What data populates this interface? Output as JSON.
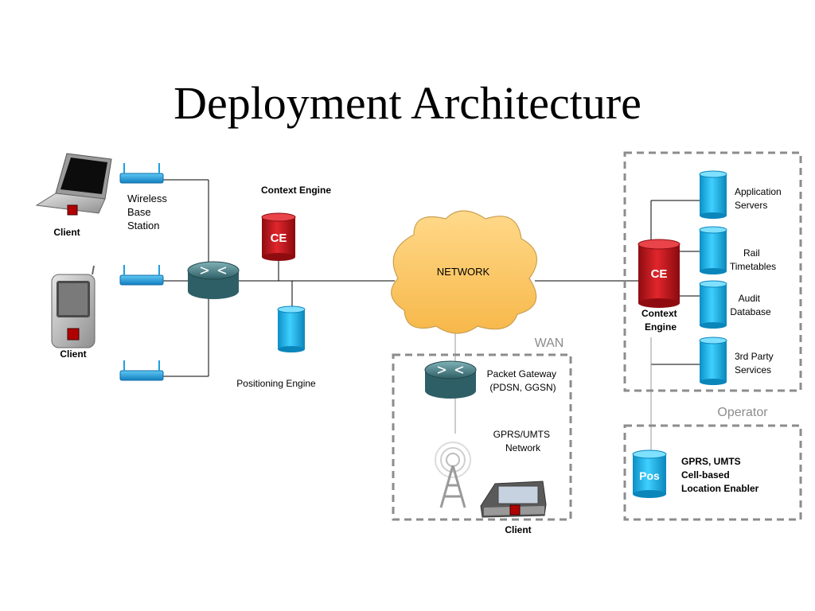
{
  "title": "Deployment Architecture",
  "labels": {
    "client_laptop": "Client",
    "client_phone": "Client",
    "client_mobile": "Client",
    "wireless_base_station": [
      "Wireless",
      "Base",
      "Station"
    ],
    "context_engine_top": "Context Engine",
    "ce_left": "CE",
    "ce_right": "CE",
    "positioning_engine": "Positioning Engine",
    "network": "NETWORK",
    "wan": "WAN",
    "packet_gateway": [
      "Packet Gateway",
      "(PDSN, GGSN)"
    ],
    "gprs_umts_network": [
      "GPRS/UMTS",
      "Network"
    ],
    "application_servers": [
      "Application",
      "Servers"
    ],
    "rail_timetables": [
      "Rail",
      "Timetables"
    ],
    "audit_database": [
      "Audit",
      "Database"
    ],
    "third_party_services": [
      "3rd Party",
      "Services"
    ],
    "context_engine_right": [
      "Context",
      "Engine"
    ],
    "operator": "Operator",
    "pos": "Pos",
    "location_enabler": [
      "GPRS, UMTS",
      "Cell-based",
      "Location Enabler"
    ]
  },
  "colors": {
    "cylinder_blue": "#19b6e8",
    "cylinder_red": "#c8161d",
    "cloud_fill": "#fdc96b",
    "wireless_blue": "#1e9fdc",
    "router_teal": "#4f8a92",
    "dashed_border": "#8c8c8c",
    "label_gray": "#8c8c8c"
  }
}
